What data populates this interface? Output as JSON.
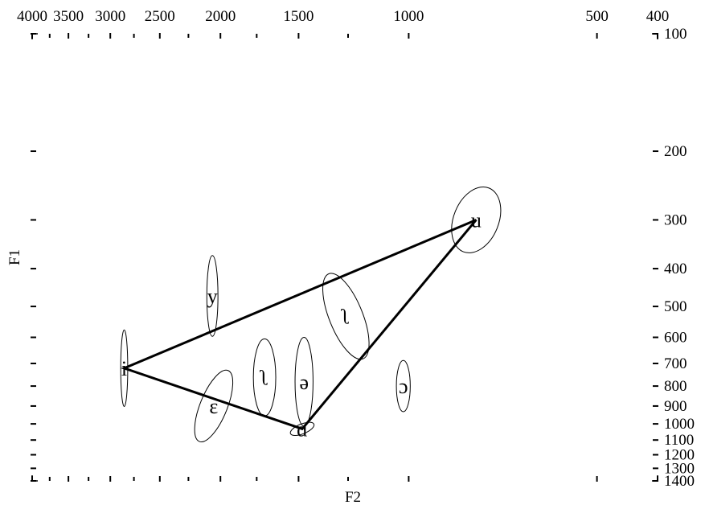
{
  "chart_data": {
    "type": "scatter",
    "title": "",
    "xlabel": "F2",
    "ylabel": "F1",
    "x_axis": {
      "scale": "log",
      "direction": "reversed",
      "position": "top",
      "range": [
        4000,
        400
      ],
      "tick_labels": [
        4000,
        3500,
        3000,
        2500,
        2000,
        1500,
        1000,
        500,
        400
      ]
    },
    "y_axis": {
      "scale": "log",
      "direction": "reversed",
      "position": "right",
      "range": [
        100,
        1400
      ],
      "tick_labels": [
        100,
        200,
        300,
        400,
        500,
        600,
        700,
        800,
        900,
        1000,
        1100,
        1200,
        1300,
        1400
      ]
    },
    "grid": false,
    "vowels": [
      {
        "symbol": "i",
        "f2": 2850,
        "f1": 720,
        "f2_sd": 20,
        "f1_sd": 160,
        "tilt": 0
      },
      {
        "symbol": "u",
        "f2": 780,
        "f1": 300,
        "f2_sd": 60,
        "f1_sd": 60,
        "tilt": 1
      },
      {
        "symbol": "ɑ",
        "f2": 1480,
        "f1": 1030,
        "f2_sd": 60,
        "f1_sd": 30,
        "tilt": -1
      },
      {
        "symbol": "y",
        "f2": 2060,
        "f1": 470,
        "f2_sd": 30,
        "f1_sd": 110,
        "tilt": 0
      },
      {
        "symbol": "ɛ",
        "f2": 2050,
        "f1": 900,
        "f2_sd": 90,
        "f1_sd": 200,
        "tilt": 1
      },
      {
        "symbol": "ʅ",
        "f2": 1700,
        "f1": 760,
        "f2_sd": 60,
        "f1_sd": 170,
        "tilt": 0
      },
      {
        "symbol": "ə",
        "f2": 1470,
        "f1": 780,
        "f2_sd": 40,
        "f1_sd": 200,
        "tilt": 0
      },
      {
        "symbol": "ʅ",
        "f2": 1260,
        "f1": 530,
        "f2_sd": 70,
        "f1_sd": 140,
        "tilt": -1
      },
      {
        "symbol": "ɔ",
        "f2": 1020,
        "f1": 800,
        "f2_sd": 20,
        "f1_sd": 120,
        "tilt": 0
      }
    ],
    "triangle": [
      "i",
      "u",
      "ɑ"
    ]
  }
}
